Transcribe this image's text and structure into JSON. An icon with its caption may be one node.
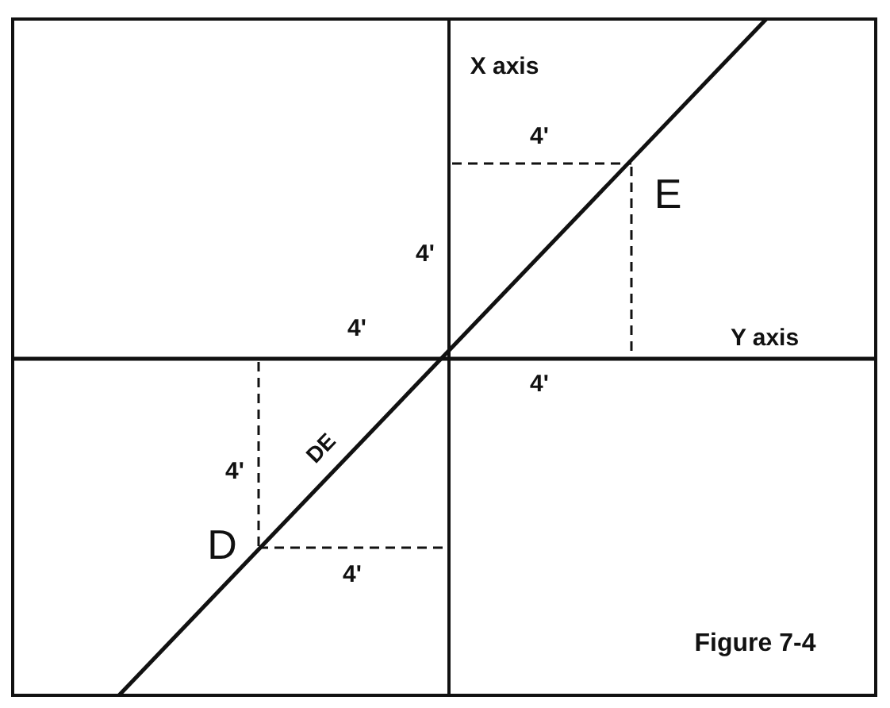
{
  "diagram": {
    "caption": "Figure 7-4",
    "labels": [
      "X axis",
      "4'",
      "E",
      "4'",
      "4'",
      "Y axis",
      "4'",
      "4'",
      "DE",
      "D",
      "4'"
    ]
  }
}
